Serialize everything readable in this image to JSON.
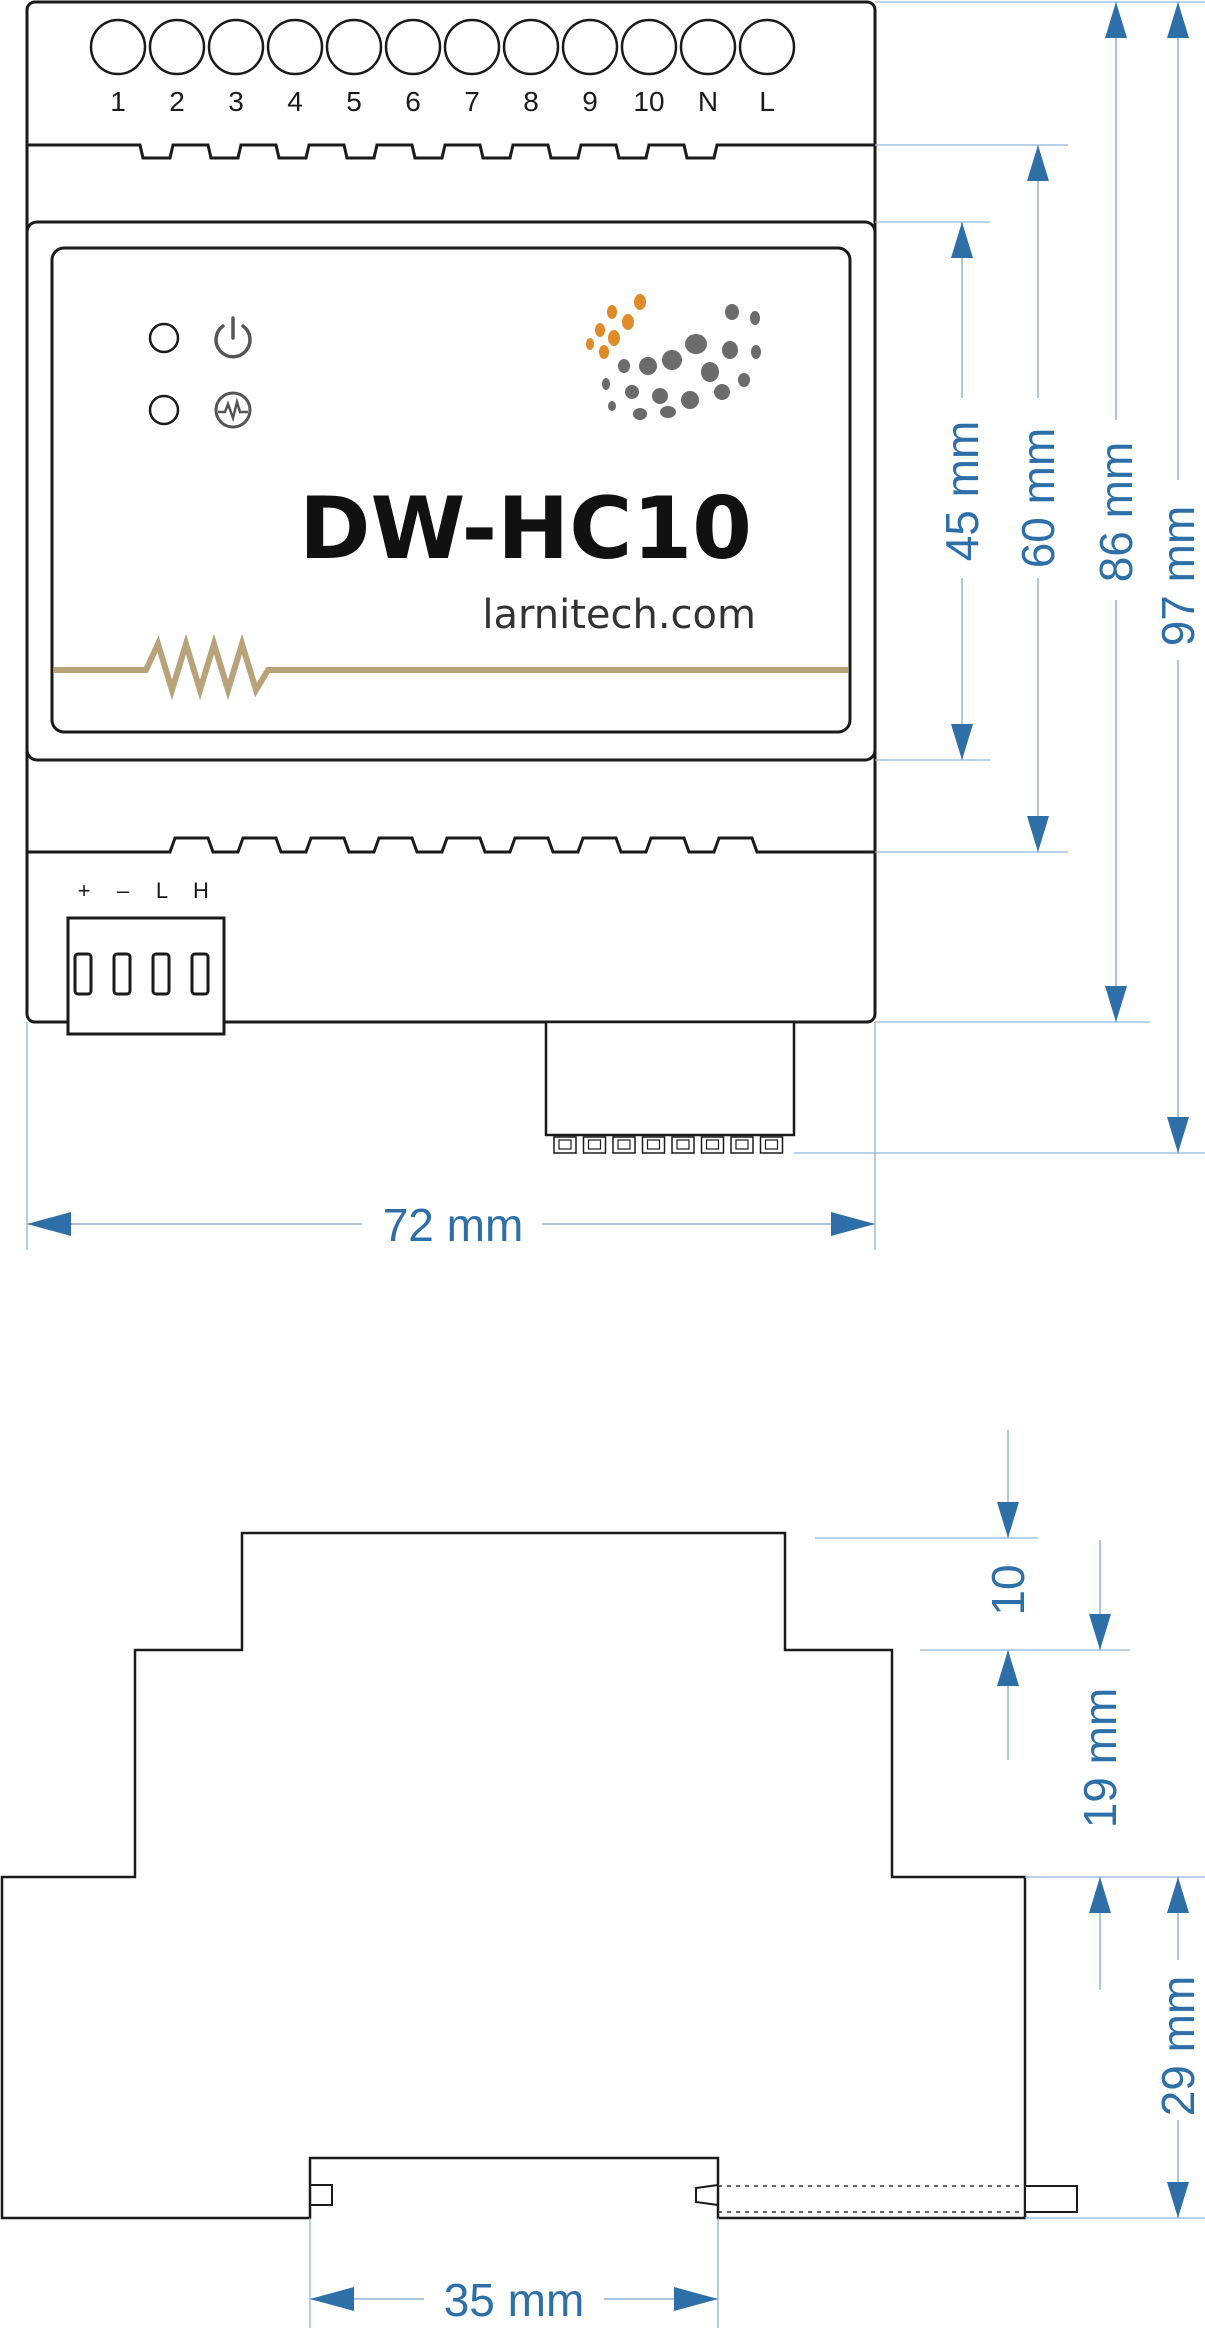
{
  "front_view": {
    "top_terminals": [
      "1",
      "2",
      "3",
      "4",
      "5",
      "6",
      "7",
      "8",
      "9",
      "10",
      "N",
      "L"
    ],
    "bus_terminals": [
      "+",
      "–",
      "L",
      "H"
    ],
    "model": "DW-HC10",
    "website": "larnitech.com",
    "indicators": [
      "power-icon",
      "activity-icon"
    ],
    "logo": "larnitech-dot-sphere-logo"
  },
  "dimensions": {
    "width": "72 mm",
    "front_panel_height": "45 mm",
    "body_height": "60 mm",
    "height_to_connector_base": "86 mm",
    "total_height": "97 mm",
    "rail_width": "35 mm",
    "step_top": "10",
    "step_mid": "19 mm",
    "step_bottom": "29 mm"
  },
  "colors": {
    "dimension": "#2e6fa8",
    "dimension_line": "#8fb4d6",
    "outline": "#1a1a1a",
    "heater_trace": "#b8a27a",
    "logo_orange": "#e08a2a",
    "logo_gray": "#6b6b6b"
  }
}
